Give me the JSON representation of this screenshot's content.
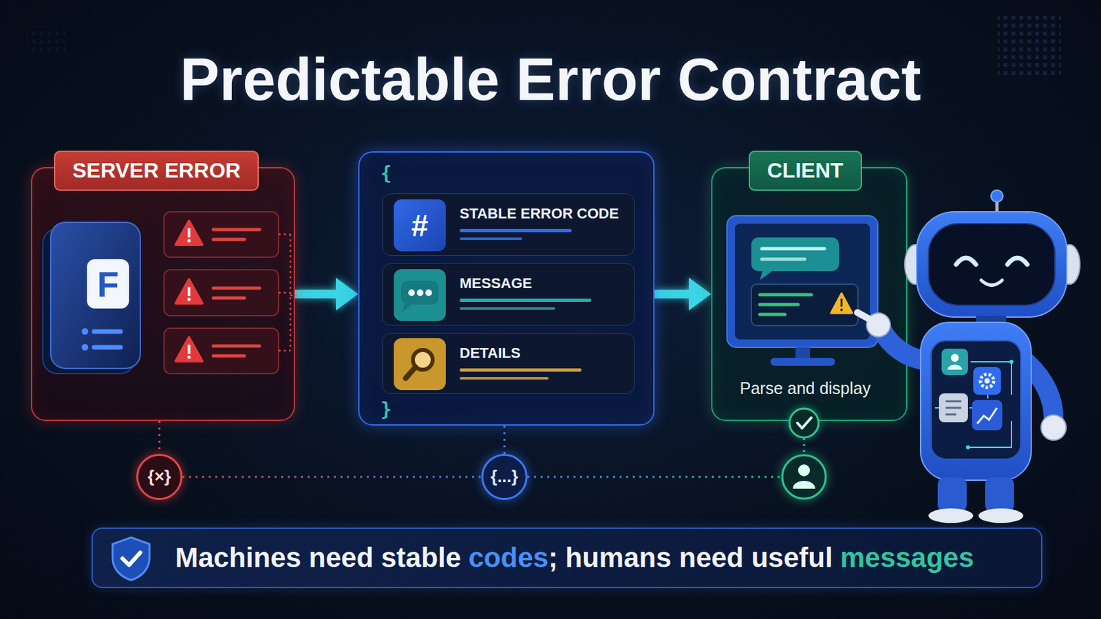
{
  "diagram": {
    "title": "Predictable Error Contract",
    "nodes": [
      {
        "text": [
          "SERVER ERROR"
        ]
      },
      {
        "text": [
          "{",
          "}"
        ]
      },
      {
        "text": [
          "#",
          "STABLE ERROR CODE"
        ],
        "in": 1
      },
      {
        "text": [
          "MESSAGE"
        ],
        "in": 1
      },
      {
        "text": [
          "DETAILS"
        ],
        "in": 1
      },
      {
        "text": [
          "CLIENT",
          "Parse and display"
        ]
      },
      {
        "text": [
          "{×}"
        ]
      },
      {
        "text": [
          "{...}"
        ]
      },
      {
        "text": [
          "Machines need stable",
          "codes",
          "; humans need useful",
          "messages"
        ]
      }
    ],
    "edges": [
      {
        "from": 0,
        "to": 1,
        "arrow": "to"
      },
      {
        "from": 1,
        "to": 5,
        "arrow": "to"
      },
      {
        "from": 0,
        "to": 6,
        "arrow": "none"
      },
      {
        "from": 1,
        "to": 7,
        "arrow": "none"
      },
      {
        "from": 6,
        "to": 7,
        "arrow": "none"
      }
    ],
    "labels": [
      "F"
    ]
  }
}
